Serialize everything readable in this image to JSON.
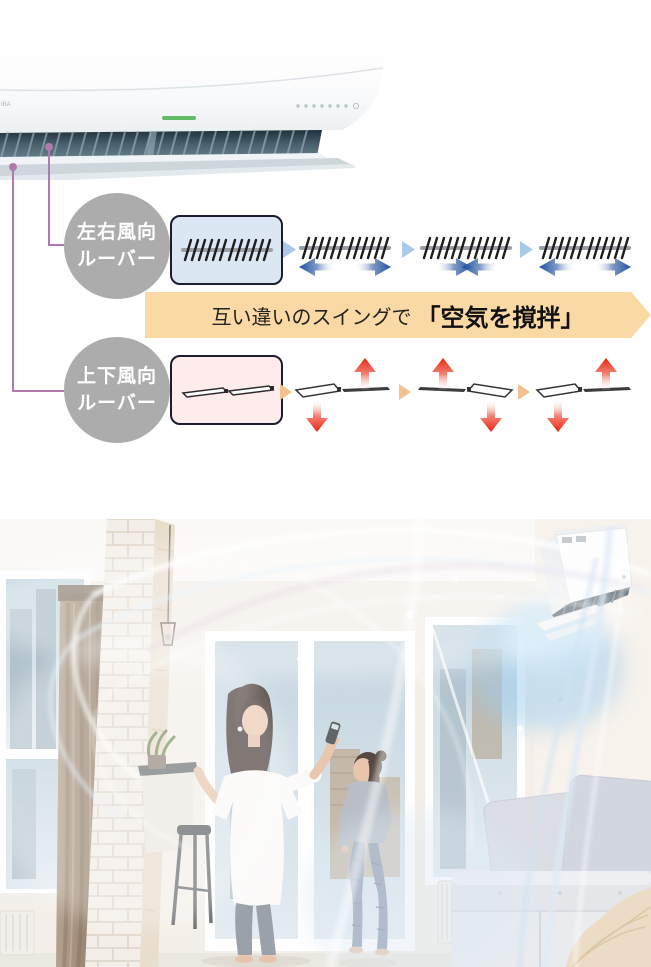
{
  "colors": {
    "callout-line": "#b279ae",
    "badge-bg": "#acacac",
    "banner-bg": "#fbd9a4",
    "lr-box-bg": "#dbe8f4",
    "ud-box-bg": "#fdeceb",
    "box-border": "#1c1c30",
    "lr-step": "#a9c9e9",
    "ud-step": "#f4c38d",
    "blue-arrow": "#2a5ca8",
    "red-arrow": "#e8230d",
    "led-green": "#63bb66"
  },
  "hero": {
    "brand_partial": "IBA"
  },
  "callouts": {
    "left_right": {
      "line1": "左右風向",
      "line2": "ルーバー"
    },
    "up_down": {
      "line1": "上下風向",
      "line2": "ルーバー"
    }
  },
  "banner": {
    "text_normal": "互い違いのスイングで",
    "text_bold": "「空気を撹拌」"
  },
  "diagrams": {
    "left_right_frames": 3,
    "up_down_frames": 3
  },
  "photo": {
    "scene": "living-room-with-airflow"
  }
}
